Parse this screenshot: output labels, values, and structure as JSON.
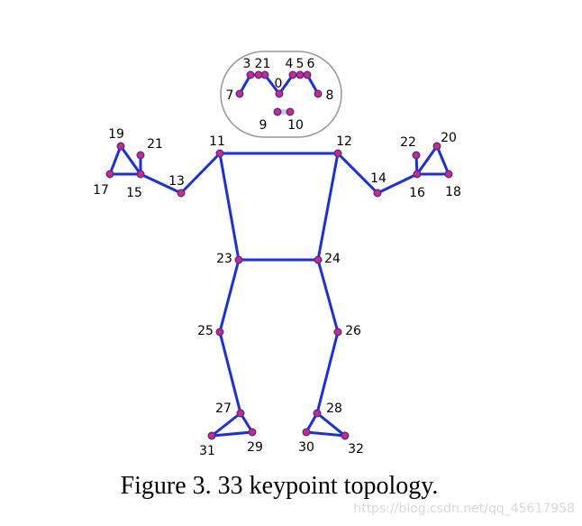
{
  "figure": {
    "caption": "Figure 3. 33 keypoint topology.",
    "watermark": "https://blog.csdn.net/qq_45617958"
  },
  "colors": {
    "edge": "#1a2ee6",
    "point_fill": "#e0285a",
    "point_stroke": "#3a2bd6",
    "head_outline": "#9a9a9a"
  },
  "keypoints": [
    {
      "id": "0",
      "label": "0"
    },
    {
      "id": "1",
      "label": "1"
    },
    {
      "id": "2",
      "label": "2"
    },
    {
      "id": "3",
      "label": "3"
    },
    {
      "id": "4",
      "label": "4"
    },
    {
      "id": "5",
      "label": "5"
    },
    {
      "id": "6",
      "label": "6"
    },
    {
      "id": "7",
      "label": "7"
    },
    {
      "id": "8",
      "label": "8"
    },
    {
      "id": "9",
      "label": "9"
    },
    {
      "id": "10",
      "label": "10"
    },
    {
      "id": "11",
      "label": "11"
    },
    {
      "id": "12",
      "label": "12"
    },
    {
      "id": "13",
      "label": "13"
    },
    {
      "id": "14",
      "label": "14"
    },
    {
      "id": "15",
      "label": "15"
    },
    {
      "id": "16",
      "label": "16"
    },
    {
      "id": "17",
      "label": "17"
    },
    {
      "id": "18",
      "label": "18"
    },
    {
      "id": "19",
      "label": "19"
    },
    {
      "id": "20",
      "label": "20"
    },
    {
      "id": "21",
      "label": "21"
    },
    {
      "id": "22",
      "label": "22"
    },
    {
      "id": "23",
      "label": "23"
    },
    {
      "id": "24",
      "label": "24"
    },
    {
      "id": "25",
      "label": "25"
    },
    {
      "id": "26",
      "label": "26"
    },
    {
      "id": "27",
      "label": "27"
    },
    {
      "id": "28",
      "label": "28"
    },
    {
      "id": "29",
      "label": "29"
    },
    {
      "id": "30",
      "label": "30"
    },
    {
      "id": "31",
      "label": "31"
    },
    {
      "id": "32",
      "label": "32"
    }
  ],
  "connections": [
    [
      "11",
      "12"
    ],
    [
      "11",
      "23"
    ],
    [
      "12",
      "24"
    ],
    [
      "23",
      "24"
    ],
    [
      "11",
      "13"
    ],
    [
      "13",
      "15"
    ],
    [
      "15",
      "17"
    ],
    [
      "15",
      "19"
    ],
    [
      "15",
      "21"
    ],
    [
      "17",
      "19"
    ],
    [
      "12",
      "14"
    ],
    [
      "14",
      "16"
    ],
    [
      "16",
      "18"
    ],
    [
      "16",
      "20"
    ],
    [
      "16",
      "22"
    ],
    [
      "18",
      "20"
    ],
    [
      "23",
      "25"
    ],
    [
      "25",
      "27"
    ],
    [
      "27",
      "29"
    ],
    [
      "27",
      "31"
    ],
    [
      "29",
      "31"
    ],
    [
      "24",
      "26"
    ],
    [
      "26",
      "28"
    ],
    [
      "28",
      "30"
    ],
    [
      "28",
      "32"
    ],
    [
      "30",
      "32"
    ],
    [
      "0",
      "1"
    ],
    [
      "1",
      "2"
    ],
    [
      "2",
      "3"
    ],
    [
      "3",
      "7"
    ],
    [
      "0",
      "4"
    ],
    [
      "4",
      "5"
    ],
    [
      "5",
      "6"
    ],
    [
      "6",
      "8"
    ],
    [
      "9",
      "10"
    ]
  ]
}
